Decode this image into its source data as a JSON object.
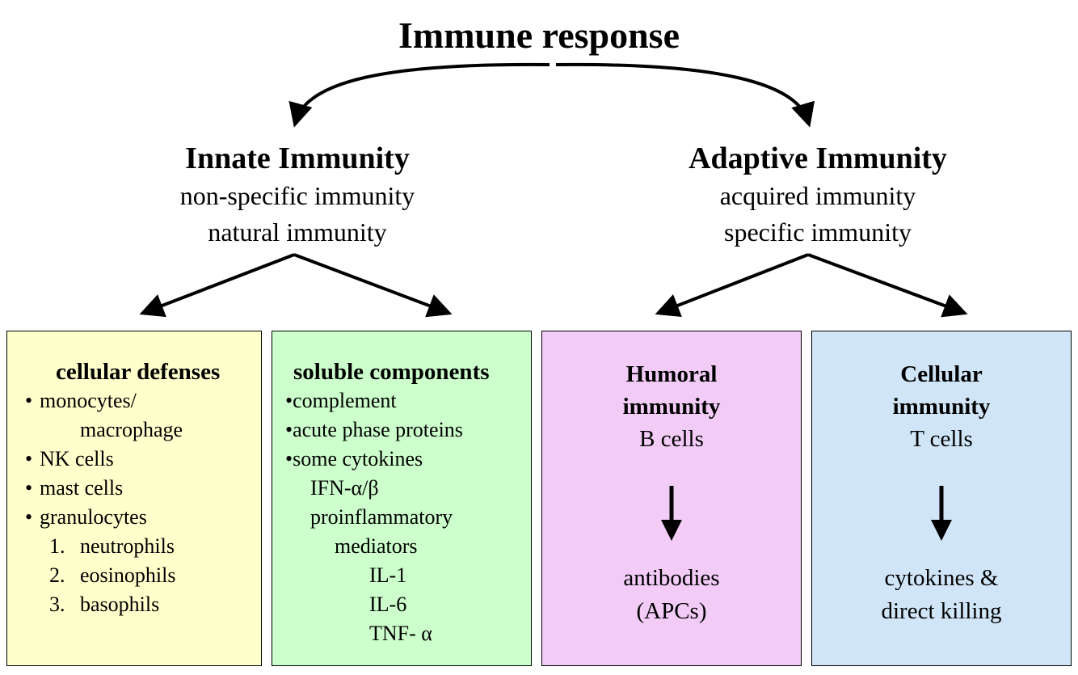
{
  "title": "Immune response",
  "innate": {
    "heading": "Innate Immunity",
    "aliases": [
      "non-specific immunity",
      "natural immunity"
    ]
  },
  "adaptive": {
    "heading": "Adaptive Immunity",
    "aliases": [
      "acquired immunity",
      "specific immunity"
    ]
  },
  "boxes": {
    "cellular_defenses": {
      "title": "cellular defenses",
      "bullet": "•",
      "items": [
        "monocytes/",
        "macrophage",
        "NK cells",
        "mast cells",
        "granulocytes"
      ],
      "numbered": [
        {
          "num": "1.",
          "label": "neutrophils"
        },
        {
          "num": "2.",
          "label": "eosinophils"
        },
        {
          "num": "3.",
          "label": "basophils"
        }
      ],
      "color": "#ffffcc"
    },
    "soluble_components": {
      "title": "soluble components",
      "items": [
        "•complement",
        "•acute phase proteins",
        "•some cytokines"
      ],
      "sub_items": [
        "IFN-α/β",
        "proinflammatory",
        "mediators"
      ],
      "mediators": [
        "IL-1",
        "IL-6",
        "TNF- α"
      ],
      "color": "#ccffcc"
    },
    "humoral": {
      "title_lines": [
        "Humoral",
        "immunity"
      ],
      "cells": "B cells",
      "result_lines": [
        "antibodies",
        "(APCs)"
      ],
      "color": "#f2ccf7"
    },
    "cellular_immunity": {
      "title_lines": [
        "Cellular",
        "immunity"
      ],
      "cells": "T cells",
      "result_lines": [
        "cytokines &",
        "direct killing"
      ],
      "color": "#d0e6f8"
    }
  }
}
